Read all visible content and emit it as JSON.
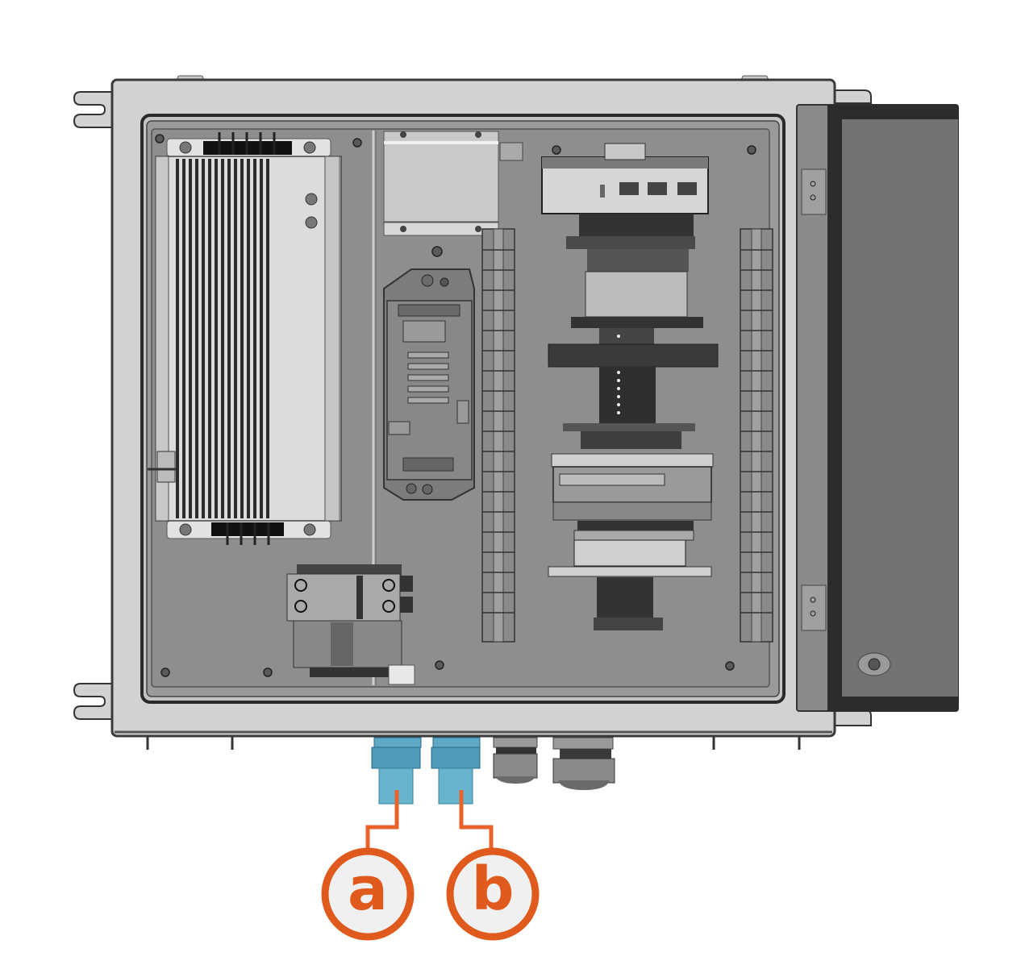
{
  "diagram": {
    "subject": "electrical enclosure with open door",
    "colors": {
      "enclosure_body": "#d2d2d2",
      "backplate": "#8e8e8e",
      "door_panel": "#727272",
      "door_frame": "#2f2f2f",
      "cable_gland_highlight": "#5ea9c6",
      "cable_gland_standard": "#8a8a8a",
      "callout": "#e05a1e",
      "callout_fill": "#f0f0f0"
    },
    "callouts": [
      {
        "id": "a",
        "label": "a",
        "target": "cable-gland-1"
      },
      {
        "id": "b",
        "label": "b",
        "target": "cable-gland-2"
      }
    ],
    "components": [
      "power-supply-heatsink",
      "junction-box",
      "controller-module",
      "din-rail-left",
      "din-rail-right",
      "terminal-block-stack",
      "circuit-breakers",
      "cable-gland-1",
      "cable-gland-2",
      "cable-gland-3",
      "cable-gland-4",
      "door-hinges",
      "mounting-tabs"
    ]
  }
}
